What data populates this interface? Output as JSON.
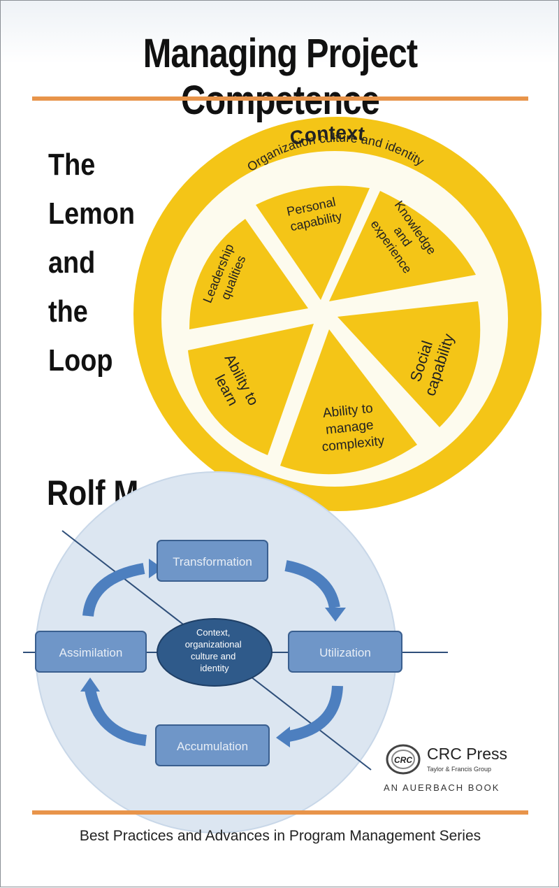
{
  "cover": {
    "title": "Managing Project Competence",
    "subtitle_lines": [
      "The",
      "Lemon",
      "and",
      "the",
      "Loop"
    ],
    "author": "Rolf Medina",
    "series": "Best Practices and Advances in Program Management Series"
  },
  "lemon": {
    "outer_label": "Context",
    "inner_ring_label": "Organization culture and identity",
    "segments": [
      [
        "Personal",
        "capability"
      ],
      [
        "Knowledge",
        "and",
        "experience"
      ],
      [
        "Social",
        "capability"
      ],
      [
        "Ability to",
        "manage",
        "complexity"
      ],
      [
        "Ability to",
        "learn"
      ],
      [
        "Leadership",
        "qualities"
      ]
    ]
  },
  "loop": {
    "top": "Transformation",
    "right": "Utilization",
    "bottom": "Accumulation",
    "left": "Assimilation",
    "center_lines": [
      "Context,",
      "organizational",
      "culture and",
      "identity"
    ]
  },
  "publisher": {
    "logo_text": "CRC",
    "name": "CRC Press",
    "group": "Taylor & Francis Group",
    "imprint": "AN AUERBACH BOOK"
  },
  "colors": {
    "accent_rule": "#e8944a",
    "lemon_yellow": "#f4c517",
    "loop_box": "#6f96c8",
    "loop_center": "#2f5a8a",
    "loop_bg": "#dce6f1"
  }
}
